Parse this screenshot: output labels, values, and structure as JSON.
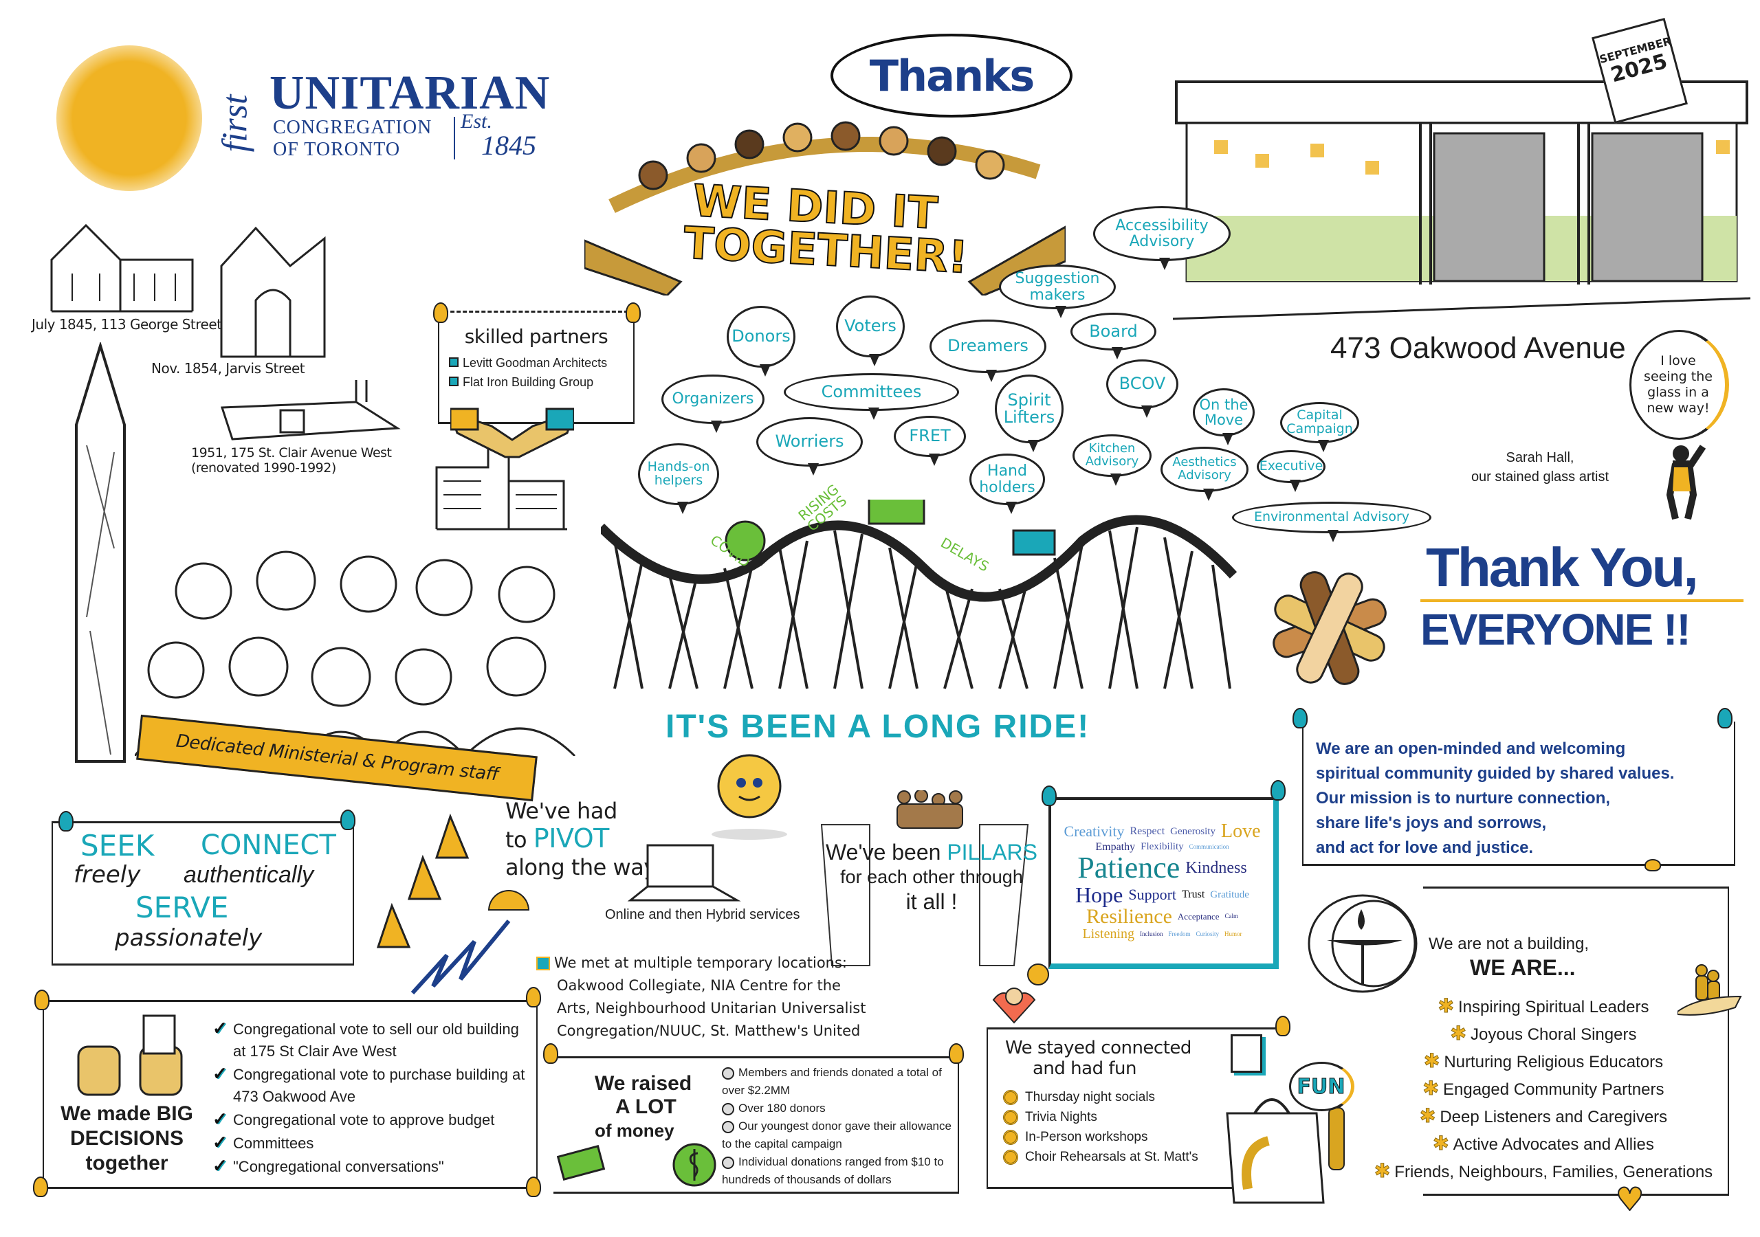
{
  "logo": {
    "first": "first",
    "name": "UNITARIAN",
    "line2": "CONGREGATION",
    "line3": "OF TORONTO",
    "est": "Est.",
    "year": "1845"
  },
  "header": {
    "thanks": "Thanks",
    "we_did_it": "WE DID IT",
    "together": "TOGETHER!"
  },
  "history": [
    {
      "label": "July 1845, 113 George Street"
    },
    {
      "label": "Nov. 1854, Jarvis Street"
    },
    {
      "label": "1951, 175 St. Clair Avenue West",
      "sub": "(renovated 1990-1992)"
    }
  ],
  "partners": {
    "title": "skilled partners",
    "items": [
      "Levitt Goodman Architects",
      "Flat Iron Building Group"
    ]
  },
  "staff_banner": "Dedicated Ministerial & Program staff",
  "building": {
    "calendar_month": "SEPTEMBER",
    "calendar_year": "2025",
    "address": "473 Oakwood Avenue",
    "quote": "I love seeing the glass in a new way!",
    "artist_name": "Sarah Hall,",
    "artist_role": "our stained glass artist"
  },
  "bubbles": [
    "Donors",
    "Voters",
    "Dreamers",
    "Board",
    "Suggestion makers",
    "Accessibility Advisory",
    "Organizers",
    "Committees",
    "Spirit Lifters",
    "BCOV",
    "On the Move",
    "Capital Campaign",
    "Worriers",
    "FRET",
    "Hand holders",
    "Kitchen Advisory",
    "Aesthetics Advisory",
    "Executive",
    "Hands-on helpers",
    "Environmental Advisory"
  ],
  "coaster": {
    "labels": [
      "COVID",
      "RISING COSTS",
      "DELAYS"
    ],
    "caption": "IT'S BEEN A LONG RIDE!"
  },
  "thank_you": {
    "line1": "Thank You,",
    "line2": "EVERYONE !!"
  },
  "mission": [
    "We are an open-minded and welcoming",
    "spiritual community guided by shared values.",
    "Our mission is to nurture connection,",
    "share life's joys and sorrows,",
    "and act for love and justice."
  ],
  "values": {
    "seek": "SEEK",
    "freely": "freely",
    "connect": "CONNECT",
    "authentically": "authentically",
    "serve": "SERVE",
    "passionately": "passionately"
  },
  "pivot": {
    "line1": "We've had",
    "line2a": "to",
    "pivot": "PIVOT",
    "line3": "along the way",
    "laptop_caption": "Online and then Hybrid services"
  },
  "pillars": {
    "line1a": "We've been",
    "pillars": "PILLARS",
    "line2": "for each other through",
    "line3": "it all !"
  },
  "word_cloud": [
    "Patience",
    "Love",
    "Creativity",
    "Hope",
    "Resilience",
    "Kindness",
    "Support",
    "Listening",
    "Empathy",
    "Respect",
    "Generosity",
    "Flexibility",
    "Gratitude",
    "Trust",
    "Acceptance",
    "Calm",
    "Communication",
    "Inclusion",
    "Freedom",
    "Curiosity",
    "Humor"
  ],
  "locations": {
    "text": [
      "We met at multiple temporary locations:",
      "Oakwood Collegiate, NIA Centre for the",
      "Arts, Neighbourhood Unitarian Universalist",
      "Congregation/NUUC, St. Matthew's United"
    ]
  },
  "decisions": {
    "title1": "We made BIG",
    "title2": "DECISIONS",
    "title3": "together",
    "items": [
      "Congregational vote to sell our old building at 175 St Clair Ave West",
      "Congregational vote to purchase building at 473 Oakwood Ave",
      "Congregational vote to approve budget",
      "Committees",
      "\"Congregational conversations\""
    ]
  },
  "money": {
    "title1": "We raised",
    "title2": "A LOT",
    "title3": "of money",
    "items": [
      "Members and friends donated a total of over $2.2MM",
      "Over 180 donors",
      "Our youngest donor gave their allowance to the capital campaign",
      "Individual donations ranged from $10 to hundreds of thousands of dollars"
    ]
  },
  "connected": {
    "title1": "We stayed connected",
    "title2": "and had fun",
    "items": [
      "Thursday night socials",
      "Trivia Nights",
      "In-Person workshops",
      "Choir Rehearsals at St. Matt's"
    ],
    "fun": "FUN"
  },
  "we_are": {
    "intro": "We are not a building,",
    "title": "WE ARE...",
    "items": [
      "Inspiring Spiritual Leaders",
      "Joyous Choral Singers",
      "Nurturing Religious Educators",
      "Engaged Community Partners",
      "Deep Listeners and Caregivers",
      "Active Advocates and Allies",
      "Friends, Neighbours, Families, Generations"
    ]
  },
  "colors": {
    "navy": "#1d3f8a",
    "teal": "#1aa7b8",
    "gold": "#f0b323"
  }
}
